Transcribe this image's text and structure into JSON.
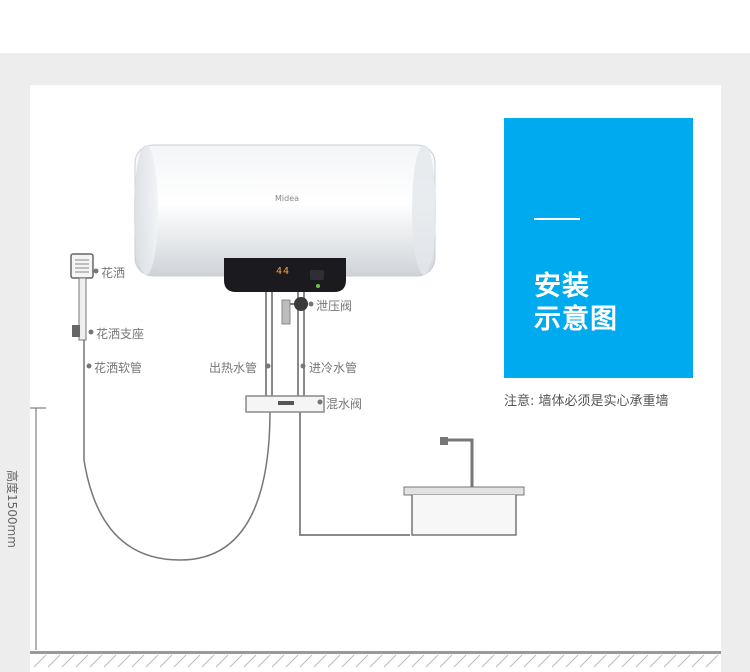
{
  "diagram": {
    "title_lines": [
      "安装",
      "示意图"
    ],
    "note": "注意: 墙体必须是实心承重墙",
    "height_label": "高度1500mm",
    "brand": "Midea",
    "display_reading": "44",
    "labels": {
      "shower_head": "花洒",
      "shower_mount": "花洒支座",
      "shower_hose": "花洒软管",
      "relief_valve": "泄压阀",
      "hot_outlet_pipe": "出热水管",
      "cold_inlet_pipe": "进冷水管",
      "mixing_valve": "混水阀"
    }
  }
}
